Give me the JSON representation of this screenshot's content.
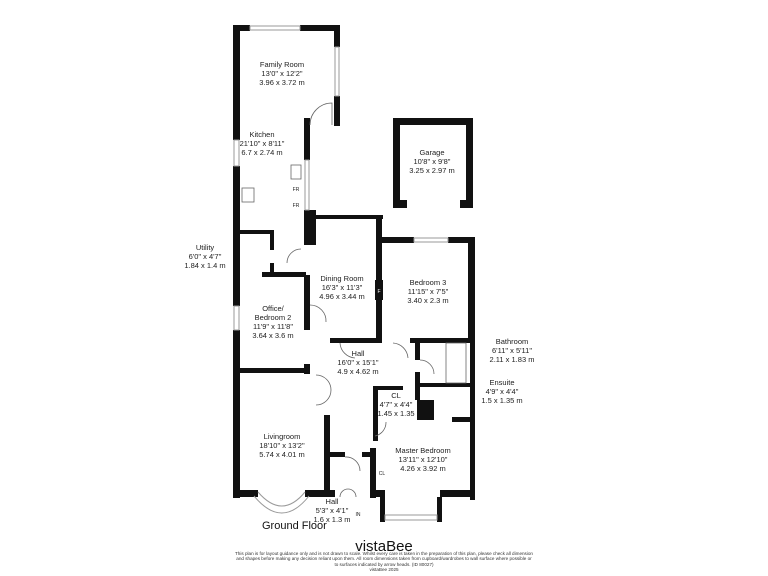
{
  "rooms": [
    {
      "id": "family",
      "name": "Family Room",
      "imperial": "13'0\" x 12'2\"",
      "metric": "3.96 x 3.72 m"
    },
    {
      "id": "kitchen",
      "name": "Kitchen",
      "imperial": "21'10\" x 8'11\"",
      "metric": "6.7 x 2.74 m"
    },
    {
      "id": "garage",
      "name": "Garage",
      "imperial": "10'8\" x 9'8\"",
      "metric": "3.25 x 2.97 m"
    },
    {
      "id": "utility",
      "name": "Utility",
      "imperial": "6'0\" x 4'7\"",
      "metric": "1.84 x 1.4 m"
    },
    {
      "id": "dining",
      "name": "Dining Room",
      "imperial": "16'3\" x 11'3\"",
      "metric": "4.96 x 3.44 m"
    },
    {
      "id": "bedroom3",
      "name": "Bedroom 3",
      "imperial": "11'15\" x 7'5\"",
      "metric": "3.40 x 2.3 m"
    },
    {
      "id": "office",
      "name": "Office/",
      "name2": "Bedroom 2",
      "imperial": "11'9\" x 11'8\"",
      "metric": "3.64 x 3.6 m"
    },
    {
      "id": "hall",
      "name": "Hall",
      "imperial": "16'0\" x 15'1\"",
      "metric": "4.9  x 4.62 m"
    },
    {
      "id": "bathroom",
      "name": "Bathroom",
      "imperial": "6'11\" x 5'11\"",
      "metric": "2.11 x 1.83 m"
    },
    {
      "id": "ensuite",
      "name": "Ensuite",
      "imperial": "4'9\" x 4'4\"",
      "metric": "1.5 x 1.35 m"
    },
    {
      "id": "cl",
      "name": "CL",
      "imperial": "4'7\" x 4'4\"",
      "metric": "1.45 x 1.35"
    },
    {
      "id": "living",
      "name": "Livingroom",
      "imperial": "18'10\" x 13'2\"",
      "metric": "5.74 x 4.01  m"
    },
    {
      "id": "master",
      "name": "Master Bedroom",
      "imperial": "13'11\" x 12'10\"",
      "metric": "4.26 x 3.92 m"
    },
    {
      "id": "entryhall",
      "name": "Hall",
      "imperial": "5'3\" x 4'1\"",
      "metric": "1.6 x 1.3 m"
    }
  ],
  "fixtures": {
    "fridge1": "FR",
    "fridge2": "FR",
    "fireplace": "F",
    "cupboard": "CL",
    "entry": "IN"
  },
  "floor_title": "Ground Floor",
  "brand": "vistaBee",
  "disclaimer": "This plan is for layout guidance only and is not drawn to scale. Whilst every care is taken in the preparation of this plan, please check all dimension and shapes before making any decision reliant upon them. All room dimensions taken from cupboard/wardrobes to wall surface where possible or to surfaces indicated by arrow heads. (ID 80027)",
  "copyright": "vistaBee 2025"
}
